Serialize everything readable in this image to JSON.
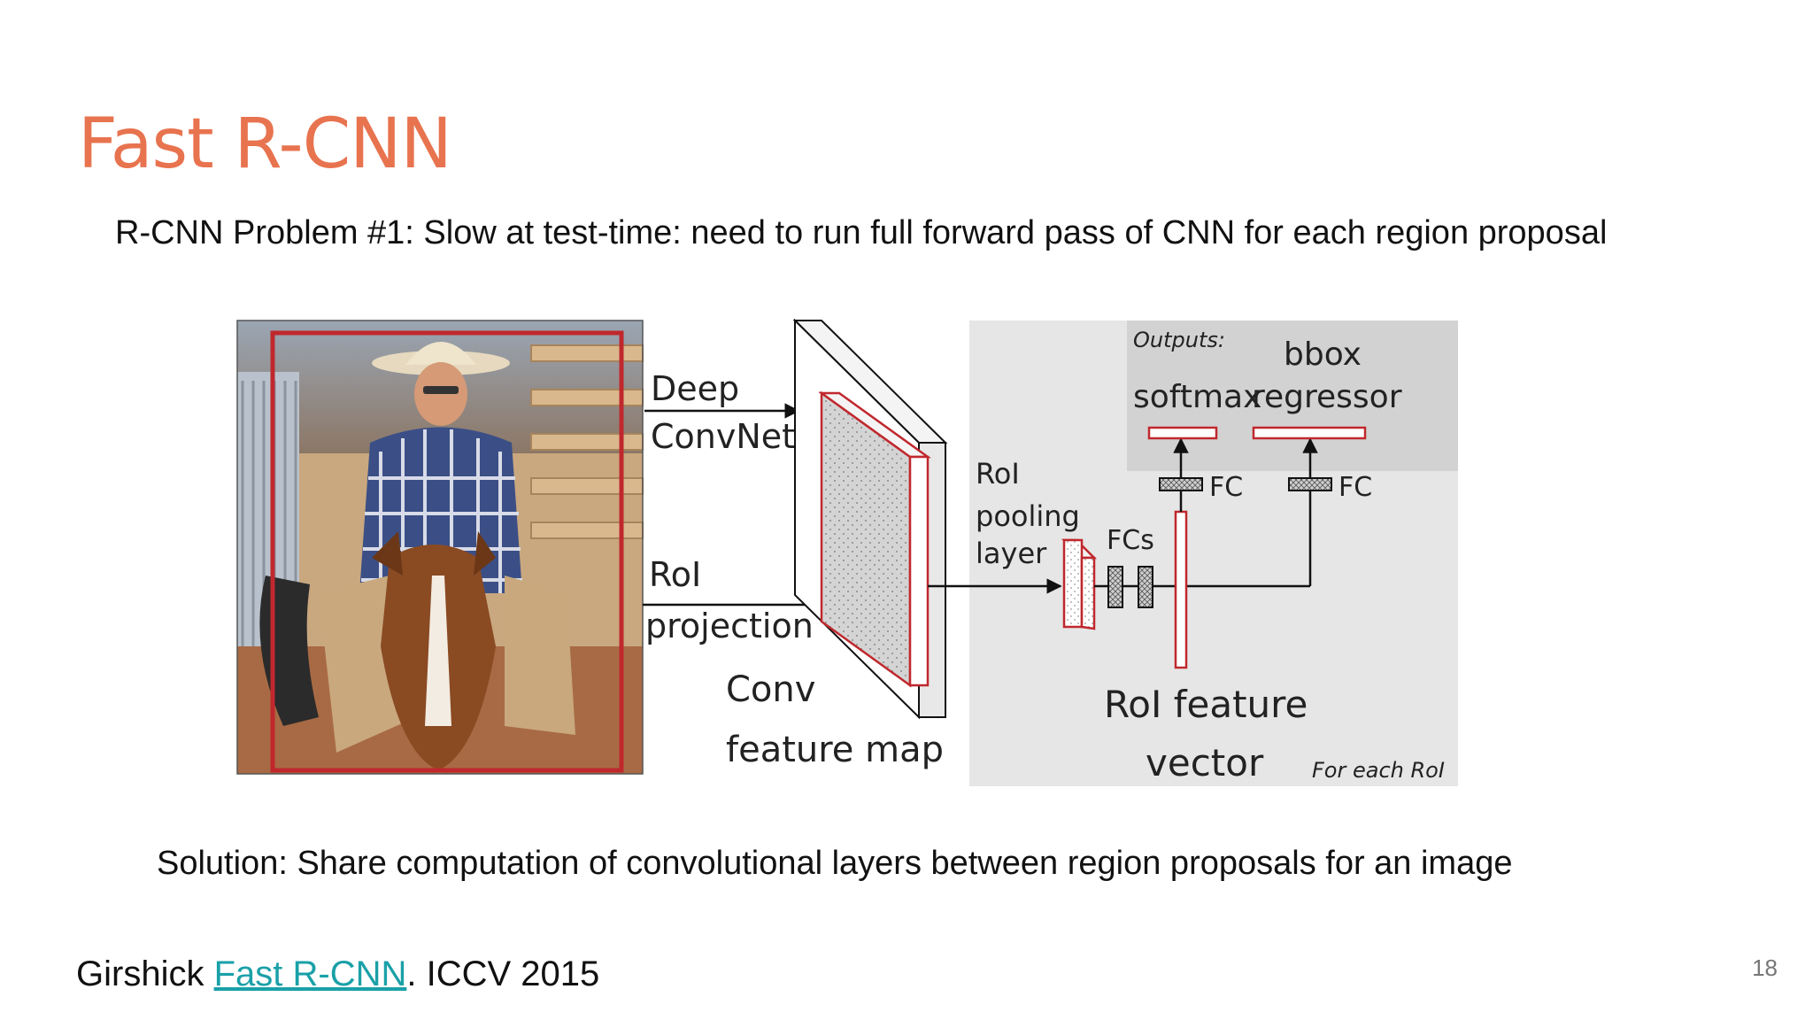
{
  "slide": {
    "title": "Fast R-CNN",
    "problem": "R-CNN Problem #1: Slow at test-time: need to run full forward pass of CNN for each region proposal",
    "solution": "Solution: Share computation of convolutional layers between region proposals for an image",
    "citation_author": "Girshick ",
    "citation_link": "Fast R-CNN",
    "citation_venue": ". ICCV 2015",
    "page_number": "18"
  },
  "diagram": {
    "deep_convnet_line1": "Deep",
    "deep_convnet_line2": "ConvNet",
    "roi_projection_line1": "RoI",
    "roi_projection_line2": "projection",
    "conv_feature_map_line1": "Conv",
    "conv_feature_map_line2": "feature map",
    "roi_pooling_line1": "RoI",
    "roi_pooling_line2": "pooling",
    "roi_pooling_line3": "layer",
    "fcs_label": "FCs",
    "roi_feature_vector_line1": "RoI feature",
    "roi_feature_vector_line2": "vector",
    "outputs_label": "Outputs:",
    "softmax_label": "softmax",
    "bbox_regressor_line1": "bbox",
    "bbox_regressor_line2": "regressor",
    "fc_softmax_label": "FC",
    "fc_bbox_label": "FC",
    "for_each_roi": "For each RoI"
  },
  "colors": {
    "title": "#e8734f",
    "link": "#1aa0a8",
    "highlight_red": "#c0282d",
    "panel_gray": "#e6e6e6",
    "outputs_gray": "#d2d2d2"
  }
}
